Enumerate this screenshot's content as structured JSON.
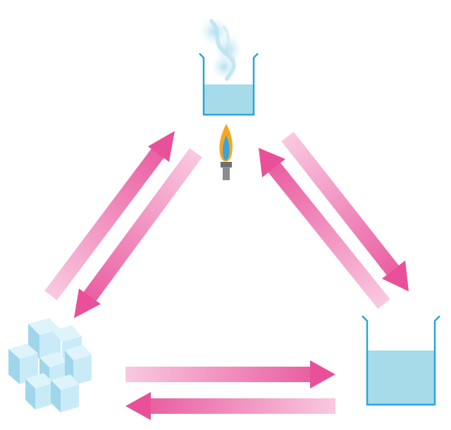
{
  "diagram": {
    "description_visible_text": "",
    "colors": {
      "arrow_dark": "#e8519a",
      "arrow_light": "#f9c9e0",
      "water": "#a6dbea",
      "beaker_outline": "#2aa6d6",
      "ice_face": "#c9ebf7",
      "ice_shade": "#9fd6ec",
      "flame_outer": "#f6a623",
      "flame_inner": "#3aa3e0",
      "burner": "#8c8c8c",
      "steam": "#bfe6f2"
    },
    "nodes": [
      {
        "id": "top",
        "icon": "heated-beaker-with-steam-icon"
      },
      {
        "id": "bottom-left",
        "icon": "ice-cubes-icon"
      },
      {
        "id": "bottom-right",
        "icon": "beaker-with-water-icon"
      }
    ],
    "arrows": [
      {
        "from": "bottom-left",
        "to": "top"
      },
      {
        "from": "top",
        "to": "bottom-left"
      },
      {
        "from": "top",
        "to": "bottom-right"
      },
      {
        "from": "bottom-right",
        "to": "top"
      },
      {
        "from": "bottom-left",
        "to": "bottom-right"
      },
      {
        "from": "bottom-right",
        "to": "bottom-left"
      }
    ]
  }
}
